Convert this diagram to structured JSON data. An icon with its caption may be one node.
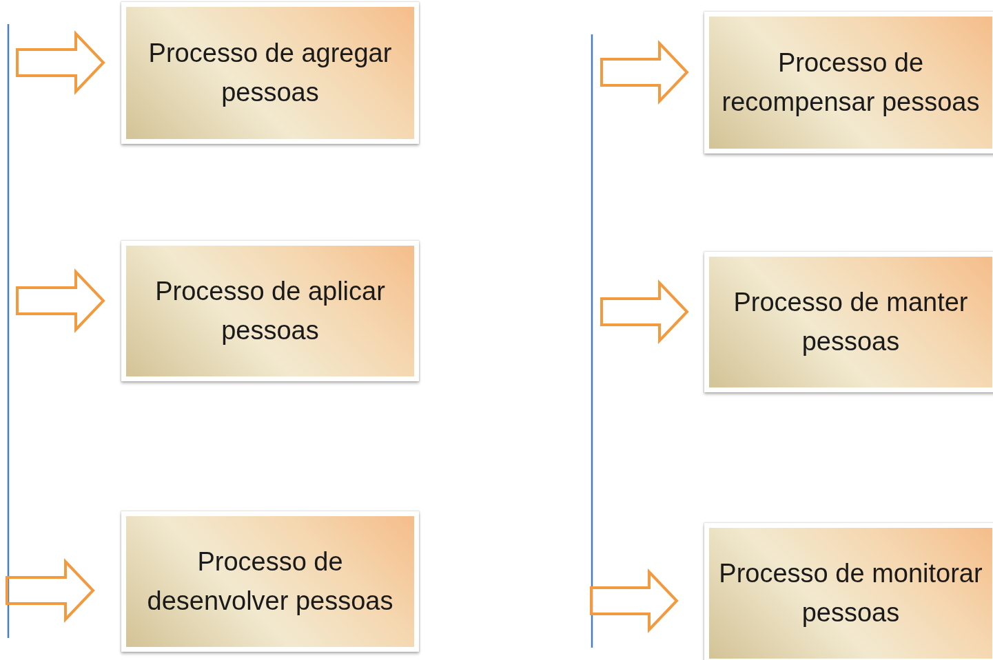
{
  "diagram": {
    "nodes": [
      {
        "text": [
          "Processo de agregar pessoas"
        ]
      },
      {
        "text": [
          "Processo de aplicar pessoas"
        ]
      },
      {
        "text": [
          "Processo de desenvolver pessoas"
        ]
      },
      {
        "text": [
          "Processo de recompensar pessoas"
        ]
      },
      {
        "text": [
          "Processo de manter pessoas"
        ]
      },
      {
        "text": [
          "Processo de monitorar pessoas"
        ]
      }
    ],
    "edges": [
      {
        "from": null,
        "to": 0,
        "arrow": "to"
      },
      {
        "from": null,
        "to": 1,
        "arrow": "to"
      },
      {
        "from": null,
        "to": 2,
        "arrow": "to"
      },
      {
        "from": null,
        "to": 3,
        "arrow": "to"
      },
      {
        "from": null,
        "to": 4,
        "arrow": "to"
      },
      {
        "from": null,
        "to": 5,
        "arrow": "to"
      }
    ]
  }
}
